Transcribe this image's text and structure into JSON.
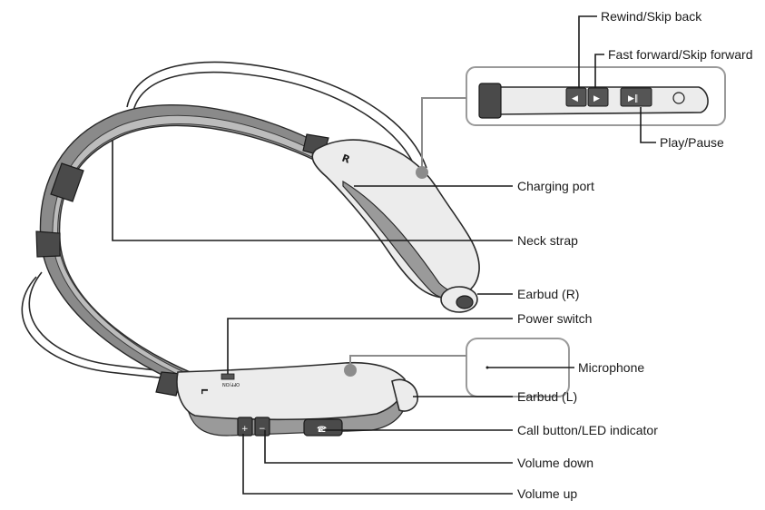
{
  "labels": {
    "rewind": "Rewind/Skip back",
    "fast_forward": "Fast forward/Skip forward",
    "play_pause": "Play/Pause",
    "charging_port": "Charging port",
    "neck_strap": "Neck strap",
    "earbud_r": "Earbud (R)",
    "power_switch": "Power switch",
    "microphone": "Microphone",
    "earbud_l": "Earbud (L)",
    "call_button": "Call button/LED indicator",
    "volume_down": "Volume down",
    "volume_up": "Volume up"
  },
  "device_marks": {
    "right_side": "R",
    "left_side": "L",
    "switch_text": "OFF/ON",
    "plus": "+",
    "minus": "−"
  },
  "icons": {
    "rewind": "rewind-icon",
    "fast_forward": "fast-forward-icon",
    "play_pause": "play-pause-icon",
    "call": "phone-icon"
  },
  "colors": {
    "body": "#ececec",
    "band": "#8a8a8a",
    "callout": "#8c8c8c",
    "text": "#1a1a1a"
  }
}
